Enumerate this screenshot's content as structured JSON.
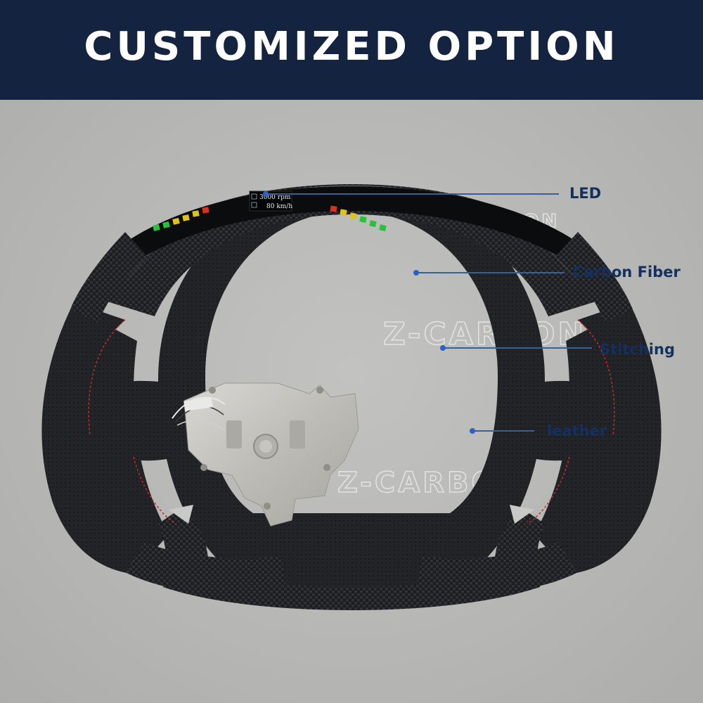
{
  "header": {
    "title": "CUSTOMIZED OPTION"
  },
  "callouts": {
    "led": "LED",
    "carbon_fiber": "Carbon Fiber",
    "stitching": "Stitching",
    "leather": "leather"
  },
  "watermarks": [
    "Z-CARBON",
    "Z-CARBON",
    "Z-CARBON"
  ],
  "led_screen": {
    "rpm": "3000 rpm",
    "speed": "80 km/h"
  },
  "colors": {
    "header_bg": "#14233f",
    "label_text": "#14305e",
    "callout_line": "#3a5f98",
    "led_green": "#27c23a",
    "led_yellow": "#e0c21c",
    "led_red": "#d8311f",
    "stitch_red": "#c42a2a"
  }
}
